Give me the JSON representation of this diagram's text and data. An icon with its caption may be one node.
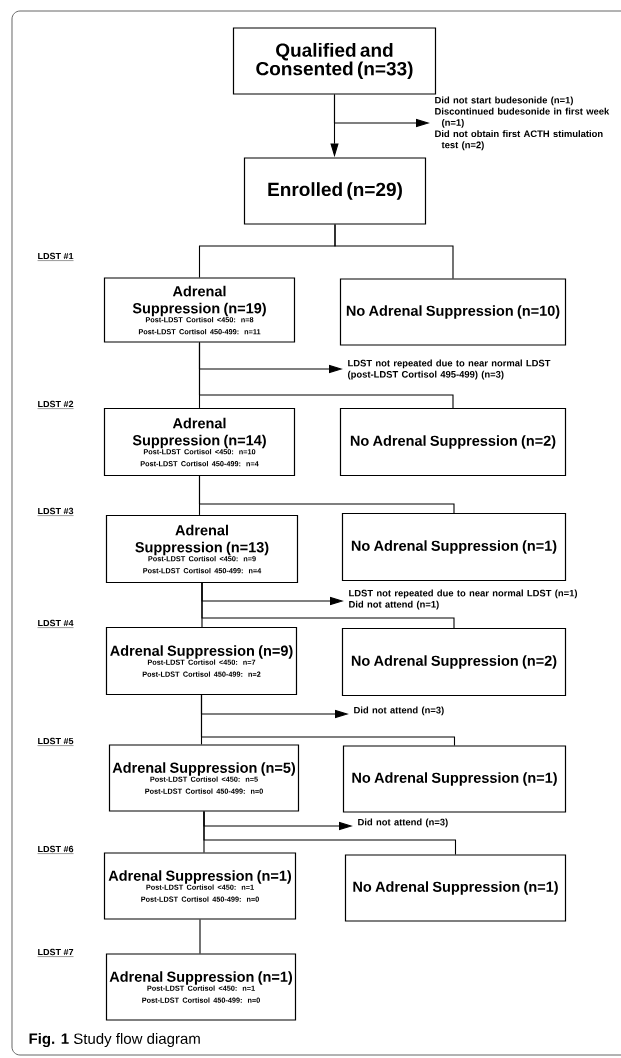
{
  "diagram": {
    "caption": "**Fig. 1** Study flow diagram",
    "nodes": [
      {
        "text": [
          "Qualified and Consented (n=33)"
        ]
      },
      {
        "text": [
          "Did not start budesonide (n=1)",
          "Discontinued budesonide in first week (n=1)",
          "Did not obtain first ACTH stimulation test (n=2)"
        ]
      },
      {
        "text": [
          "Enrolled (n=29)"
        ]
      },
      {
        "text": [
          "Adrenal Suppression (n=19)",
          "Post-LDST Cortisol <450: n=8",
          "Post-LDST Cortisol 450-499: n=11"
        ]
      },
      {
        "text": [
          "No Adrenal Suppression (n=10)"
        ]
      },
      {
        "text": [
          "LDST not repeated due to near normal LDST (post-LDST Cortisol 495-499) (n=3)"
        ]
      },
      {
        "text": [
          "Adrenal Suppression (n=14)",
          "Post-LDST Cortisol <450: n=10",
          "Post-LDST Cortisol 450-499: n=4"
        ]
      },
      {
        "text": [
          "No Adrenal Suppression (n=2)"
        ]
      },
      {
        "text": [
          "Adrenal Suppression (n=13)",
          "Post-LDST Cortisol <450: n=9",
          "Post-LDST Cortisol 450-499: n=4"
        ]
      },
      {
        "text": [
          "No Adrenal Suppression (n=1)"
        ]
      },
      {
        "text": [
          "LDST not repeated due to near normal LDST (n=1)",
          "Did not attend (n=1)"
        ]
      },
      {
        "text": [
          "Adrenal Suppression (n=9)",
          "Post-LDST Cortisol <450: n=7",
          "Post-LDST Cortisol 450-499: n=2"
        ]
      },
      {
        "text": [
          "No Adrenal Suppression (n=2)"
        ]
      },
      {
        "text": [
          "Did not attend (n=3)"
        ]
      },
      {
        "text": [
          "Adrenal Suppression (n=5)",
          "Post-LDST Cortisol <450: n=5",
          "Post-LDST Cortisol 450-499: n=0"
        ]
      },
      {
        "text": [
          "No Adrenal Suppression (n=1)"
        ]
      },
      {
        "text": [
          "Did not attend (n=3)"
        ]
      },
      {
        "text": [
          "Adrenal Suppression (n=1)",
          "Post-LDST Cortisol <450: n=1",
          "Post-LDST Cortisol 450-499: n=0"
        ]
      },
      {
        "text": [
          "No Adrenal Suppression (n=1)"
        ]
      },
      {
        "text": [
          "Adrenal Suppression (n=1)",
          "Post-LDST Cortisol <450: n=1",
          "Post-LDST Cortisol 450-499: n=0"
        ]
      }
    ],
    "edges": [
      {
        "from": 0,
        "to": 2,
        "arrow": "to"
      },
      {
        "from": 0,
        "to": 1,
        "arrow": "to"
      },
      {
        "from": 2,
        "to": 3,
        "arrow": "none"
      },
      {
        "from": 2,
        "to": 4,
        "arrow": "none"
      },
      {
        "from": 3,
        "to": 5,
        "arrow": "to"
      },
      {
        "from": 3,
        "to": 6,
        "arrow": "none"
      },
      {
        "from": 3,
        "to": 7,
        "arrow": "none"
      },
      {
        "from": 6,
        "to": 8,
        "arrow": "none"
      },
      {
        "from": 6,
        "to": 9,
        "arrow": "none"
      },
      {
        "from": 8,
        "to": 10,
        "arrow": "to"
      },
      {
        "from": 8,
        "to": 11,
        "arrow": "none"
      },
      {
        "from": 8,
        "to": 12,
        "arrow": "none"
      },
      {
        "from": 11,
        "to": 13,
        "arrow": "to"
      },
      {
        "from": 11,
        "to": 14,
        "arrow": "none"
      },
      {
        "from": 11,
        "to": 15,
        "arrow": "none"
      },
      {
        "from": 14,
        "to": 16,
        "arrow": "to"
      },
      {
        "from": 14,
        "to": 17,
        "arrow": "none"
      },
      {
        "from": 14,
        "to": 18,
        "arrow": "none"
      },
      {
        "from": 17,
        "to": 19,
        "arrow": "none"
      }
    ],
    "labels": [
      "LDST #1",
      "LDST #2",
      "LDST #3",
      "LDST #4",
      "LDST #5",
      "LDST #6",
      "LDST #7"
    ]
  }
}
